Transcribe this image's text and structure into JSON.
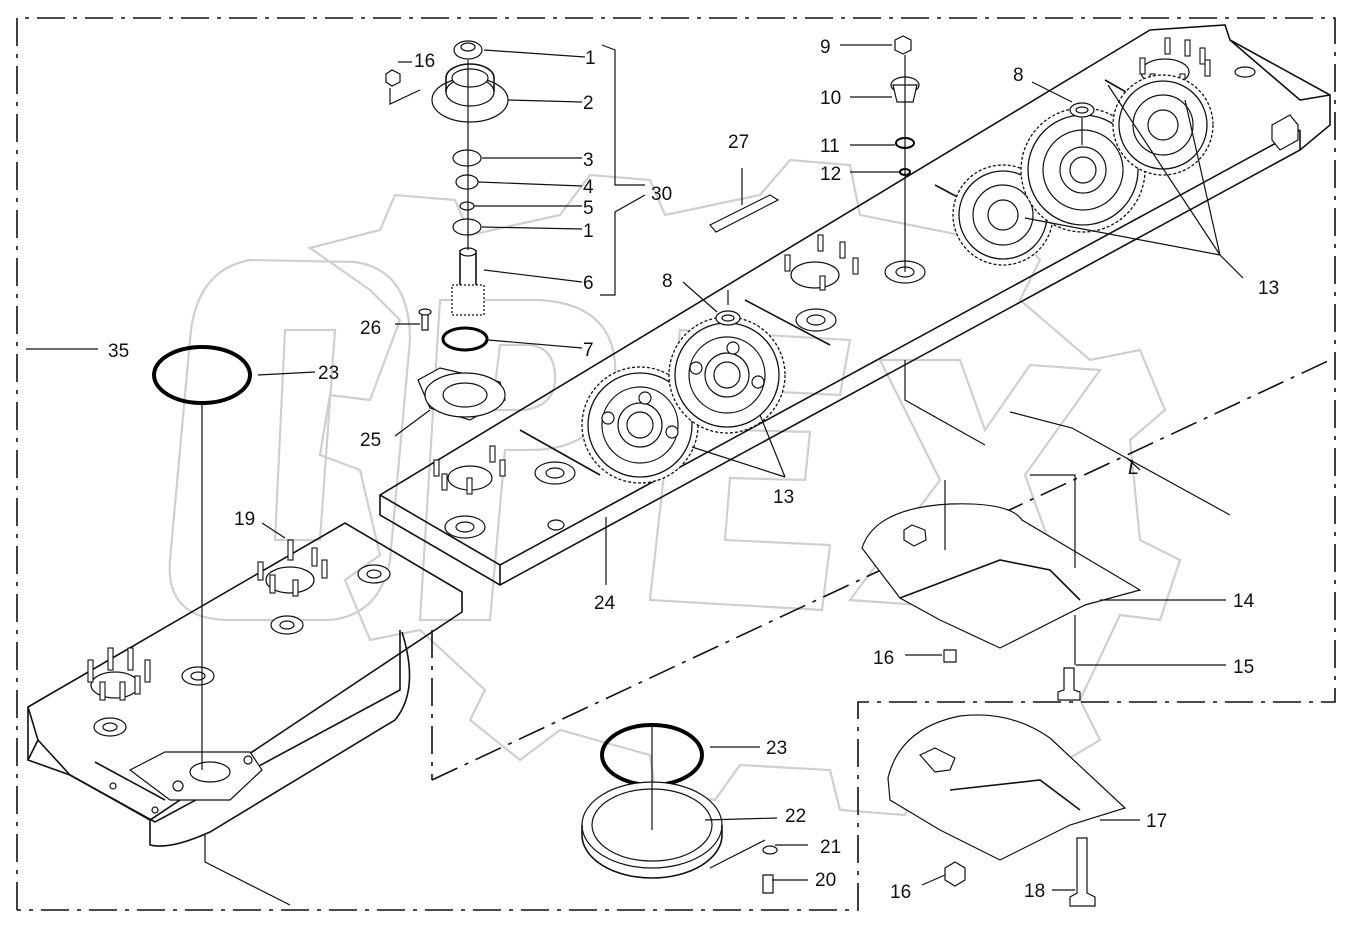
{
  "diagram": {
    "dimension_label": "L",
    "callouts": [
      {
        "id": "c1a",
        "text": "1"
      },
      {
        "id": "c2",
        "text": "2"
      },
      {
        "id": "c3",
        "text": "3"
      },
      {
        "id": "c4",
        "text": "4"
      },
      {
        "id": "c5",
        "text": "5"
      },
      {
        "id": "c1b",
        "text": "1"
      },
      {
        "id": "c6",
        "text": "6"
      },
      {
        "id": "c7",
        "text": "7"
      },
      {
        "id": "c30",
        "text": "30"
      },
      {
        "id": "c16a",
        "text": "16"
      },
      {
        "id": "c26",
        "text": "26"
      },
      {
        "id": "c25",
        "text": "25"
      },
      {
        "id": "c23a",
        "text": "23"
      },
      {
        "id": "c35",
        "text": "35"
      },
      {
        "id": "c19",
        "text": "19"
      },
      {
        "id": "c27",
        "text": "27"
      },
      {
        "id": "c8a",
        "text": "8"
      },
      {
        "id": "c13a",
        "text": "13"
      },
      {
        "id": "c24",
        "text": "24"
      },
      {
        "id": "c9",
        "text": "9"
      },
      {
        "id": "c10",
        "text": "10"
      },
      {
        "id": "c11",
        "text": "11"
      },
      {
        "id": "c12",
        "text": "12"
      },
      {
        "id": "c8b",
        "text": "8"
      },
      {
        "id": "c13b",
        "text": "13"
      },
      {
        "id": "c14",
        "text": "14"
      },
      {
        "id": "c16b",
        "text": "16"
      },
      {
        "id": "c15",
        "text": "15"
      },
      {
        "id": "c23b",
        "text": "23"
      },
      {
        "id": "c22",
        "text": "22"
      },
      {
        "id": "c21",
        "text": "21"
      },
      {
        "id": "c20",
        "text": "20"
      },
      {
        "id": "c17",
        "text": "17"
      },
      {
        "id": "c16c",
        "text": "16"
      },
      {
        "id": "c18",
        "text": "18"
      }
    ]
  }
}
